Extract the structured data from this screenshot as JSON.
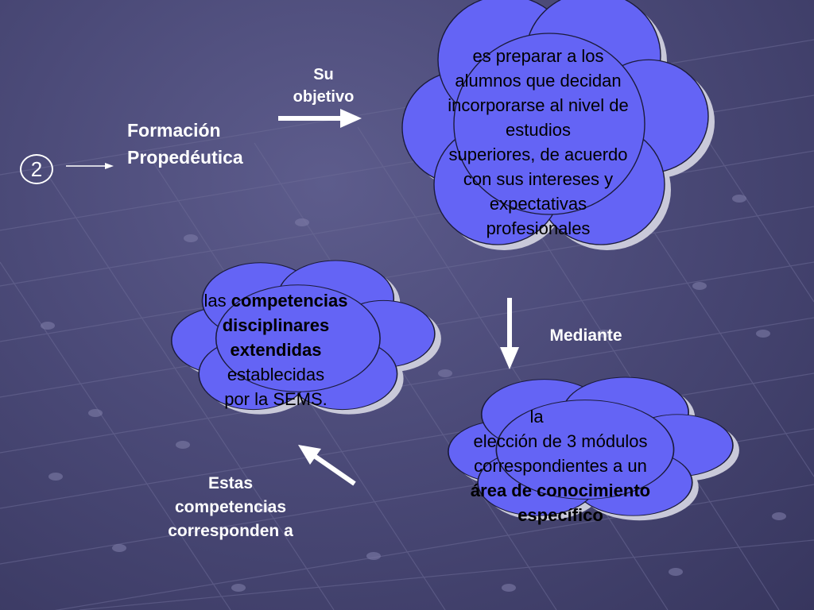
{
  "step_number": "2",
  "title_lines": [
    "Formación",
    "Propedéutica"
  ],
  "label_su_objetivo": [
    "Su",
    "objetivo"
  ],
  "label_mediante": "Mediante",
  "label_estas": [
    "Estas",
    "competencias",
    "corresponden a"
  ],
  "cloud_objective_lines": [
    "es preparar a los",
    "alumnos que decidan",
    "incorporarse al nivel de",
    "estudios",
    "superiores, de acuerdo",
    "con sus intereses y",
    "expectativas",
    "profesionales"
  ],
  "cloud_competencias": {
    "l1_prefix": "las ",
    "l1_bold": "competencias",
    "l2": "disciplinares",
    "l3": "extendidas",
    "l4": "establecidas",
    "l5": "por la SEMS."
  },
  "cloud_modulos": {
    "l1": "la",
    "l2": "elección de 3 módulos",
    "l3": "correspondientes a un",
    "l4": "área de conocimiento",
    "l5": "específico"
  },
  "colors": {
    "cloud_fill": "#6464f5",
    "cloud_shadow": "#c9c9d9",
    "text_white": "#ffffff",
    "background": "#4b4a78"
  }
}
